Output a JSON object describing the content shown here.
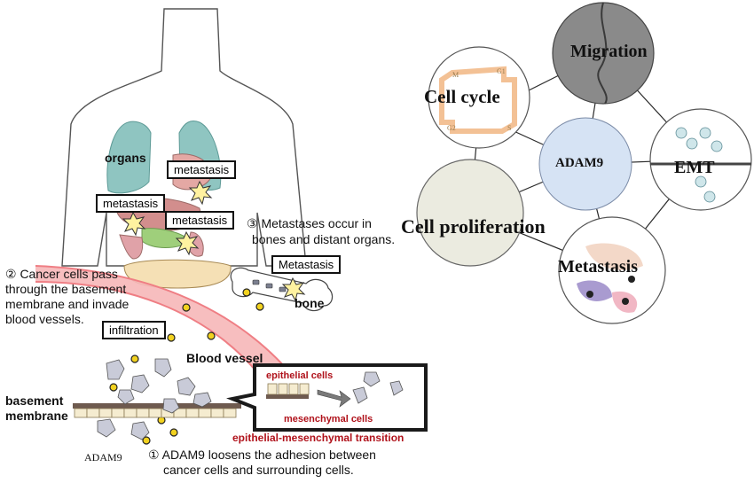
{
  "left": {
    "organs_label": "organs",
    "metastasis_box_1": "metastasis",
    "metastasis_box_2": "metastasis",
    "metastasis_box_3": "metastasis",
    "metastasis_bone_box": "Metastasis",
    "bone_label": "bone",
    "infiltration_box": "infiltration",
    "blood_vessel_label": "Blood vessel",
    "basement_label_1": "basement",
    "basement_label_2": "membrane",
    "adam9_label": "ADAM9",
    "step1_line1": "① ADAM9 loosens the adhesion between",
    "step1_line2": "cancer cells and surrounding cells.",
    "step2_line1": "② Cancer cells pass",
    "step2_line2": "through the basement",
    "step2_line3": "membrane and invade",
    "step2_line4": "blood vessels.",
    "step3_line1": "③ Metastases occur in",
    "step3_line2": "bones and distant organs.",
    "inset": {
      "epithelial": "epithelial cells",
      "mesenchymal": "mesenchymal cells",
      "emt": "epithelial-mesenchymal transition"
    }
  },
  "right": {
    "center": "ADAM9",
    "nodes": {
      "migration": "Migration",
      "cell_cycle": "Cell cycle",
      "emt": "EMT",
      "proliferation": "Cell proliferation",
      "metastasis": "Metastasis"
    },
    "cycle_phases": [
      "M",
      "G1",
      "S",
      "G2"
    ]
  },
  "colors": {
    "lung": "#8fc5c1",
    "vessel": "#f6b7b8",
    "cell_dot": "#f2d21f",
    "adam9_node": "#d6e3f4",
    "migration_node": "#8a8a8a",
    "inset_text": "#b0121b"
  }
}
